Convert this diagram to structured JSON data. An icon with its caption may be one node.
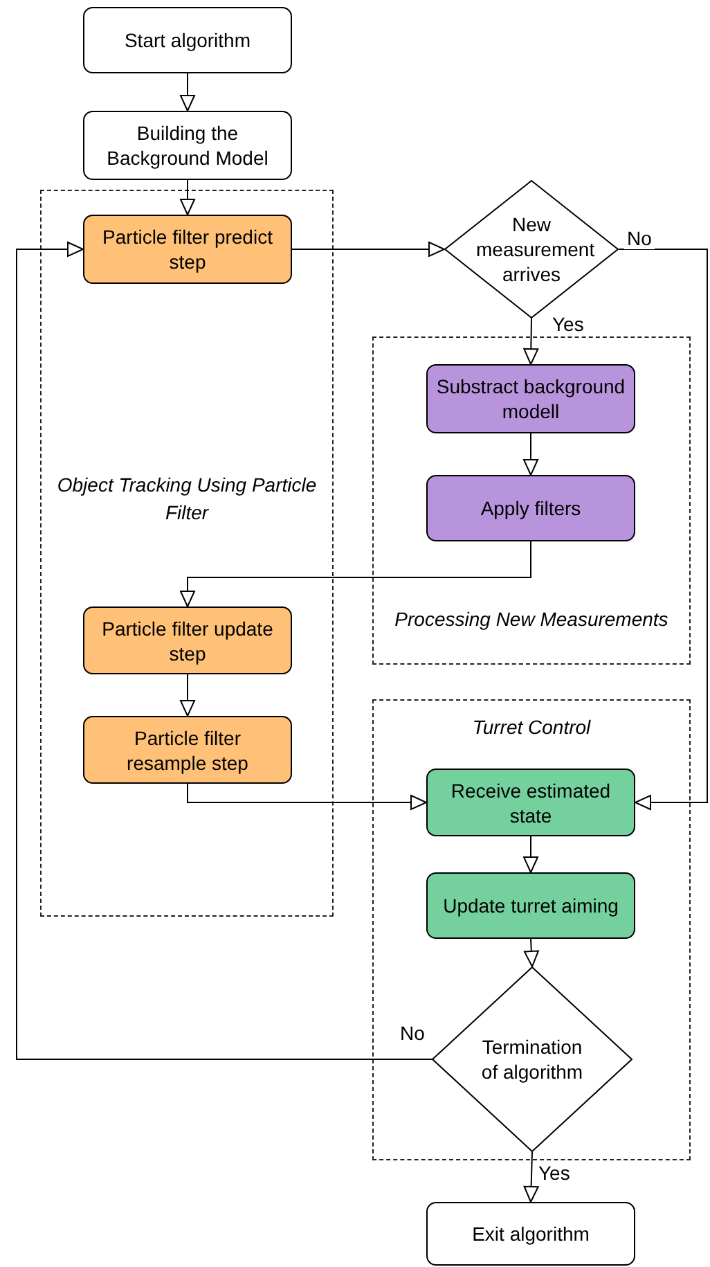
{
  "diagram": {
    "nodes": [
      {
        "text": [
          "Start algorithm"
        ]
      },
      {
        "text": [
          "Building the Background Model"
        ]
      },
      {
        "text": [
          "Object Tracking Using Particle Filter"
        ]
      },
      {
        "text": [
          "Particle filter predict step"
        ],
        "in": 2
      },
      {
        "text": [
          "Particle filter update step"
        ],
        "in": 2
      },
      {
        "text": [
          "Particle filter resample step"
        ],
        "in": 2
      },
      {
        "text": [
          "New measurement arrives"
        ]
      },
      {
        "text": [
          "Processing New Measurements"
        ]
      },
      {
        "text": [
          "Substract background modell"
        ],
        "in": 7
      },
      {
        "text": [
          "Apply filters"
        ],
        "in": 7
      },
      {
        "text": [
          "Turret Control"
        ]
      },
      {
        "text": [
          "Receive estimated state"
        ],
        "in": 10
      },
      {
        "text": [
          "Update turret aiming"
        ],
        "in": 10
      },
      {
        "text": [
          "Termination of algorithm"
        ],
        "in": 10
      },
      {
        "text": [
          "Exit algorithm"
        ]
      }
    ],
    "edges": [
      {
        "from": 0,
        "to": 1,
        "arrow": "to"
      },
      {
        "from": 1,
        "to": 3,
        "arrow": "to"
      },
      {
        "from": 3,
        "to": 6,
        "arrow": "to"
      },
      {
        "from": 6,
        "to": 8,
        "arrow": "to",
        "label": "Yes"
      },
      {
        "from": 8,
        "to": 9,
        "arrow": "to"
      },
      {
        "from": 9,
        "to": 4,
        "arrow": "to"
      },
      {
        "from": 4,
        "to": 5,
        "arrow": "to"
      },
      {
        "from": 5,
        "to": 11,
        "arrow": "to"
      },
      {
        "from": 6,
        "to": 11,
        "arrow": "to",
        "label": "No"
      },
      {
        "from": 11,
        "to": 12,
        "arrow": "to"
      },
      {
        "from": 12,
        "to": 13,
        "arrow": "to"
      },
      {
        "from": 13,
        "to": 3,
        "arrow": "to",
        "label": "No"
      },
      {
        "from": 13,
        "to": 14,
        "arrow": "to",
        "label": "Yes"
      }
    ]
  }
}
